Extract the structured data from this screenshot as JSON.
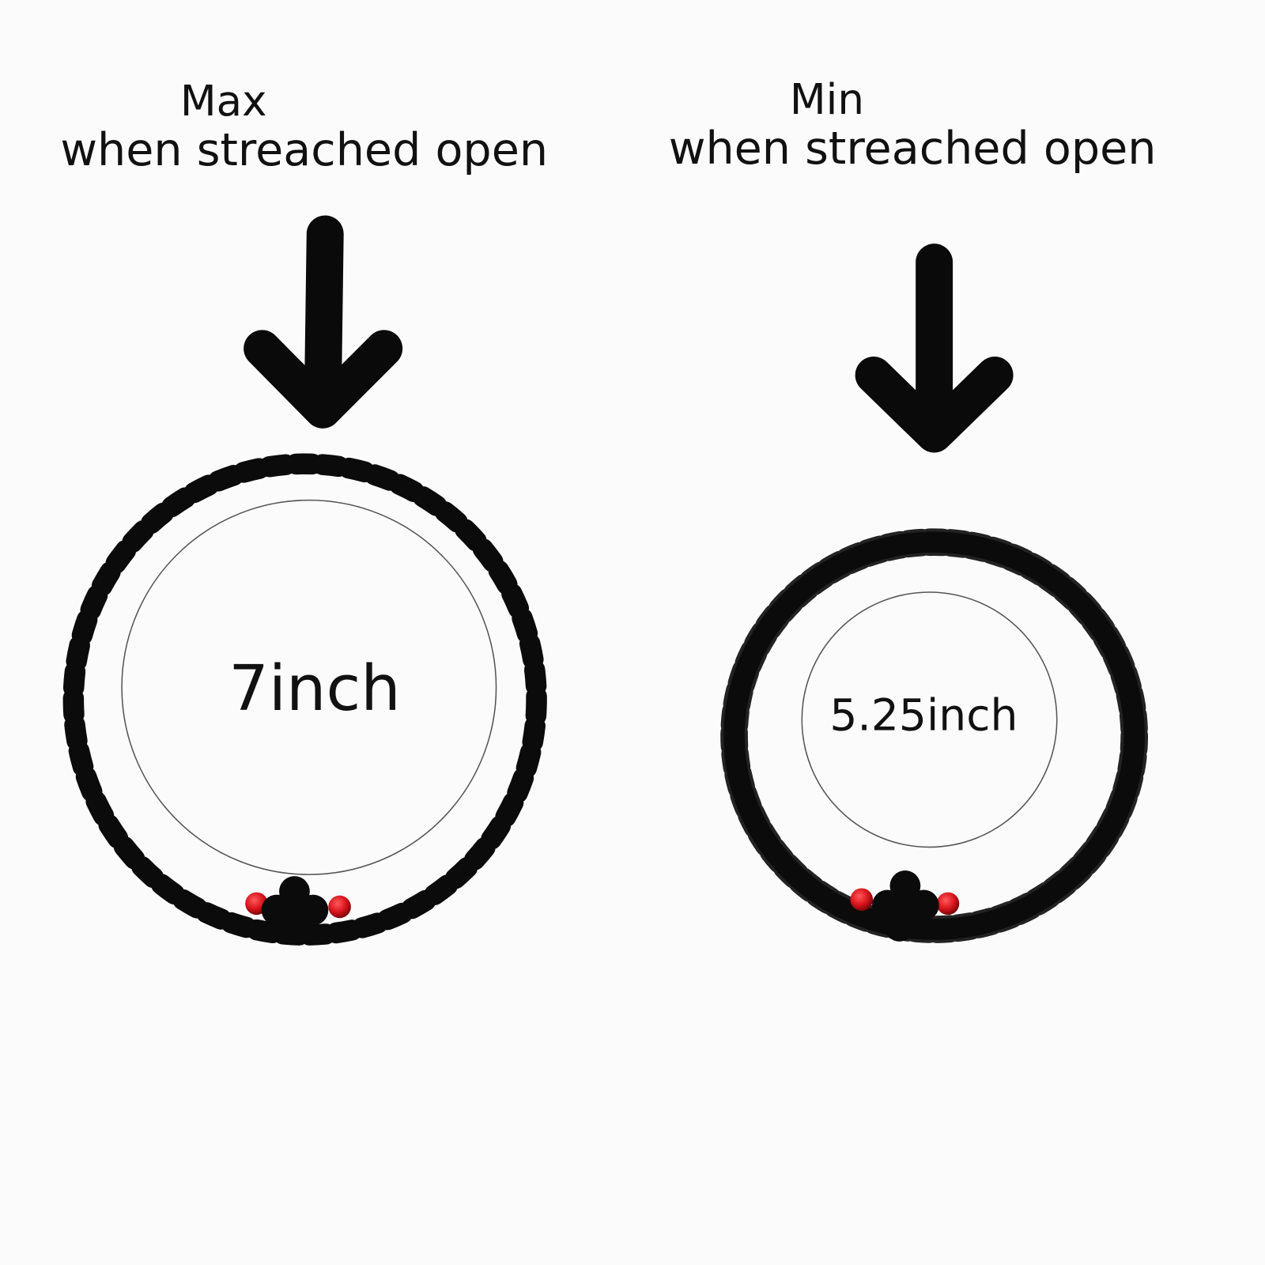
{
  "left": {
    "title": "Max",
    "subtitle": "when streached open",
    "size": "7inch"
  },
  "right": {
    "title": "Min",
    "subtitle": "when streached open",
    "size": "5.25inch"
  },
  "colors": {
    "background": "#fbfbfb",
    "knots": "#0b0b0b",
    "beads": "#d8141c",
    "text": "#111111"
  }
}
